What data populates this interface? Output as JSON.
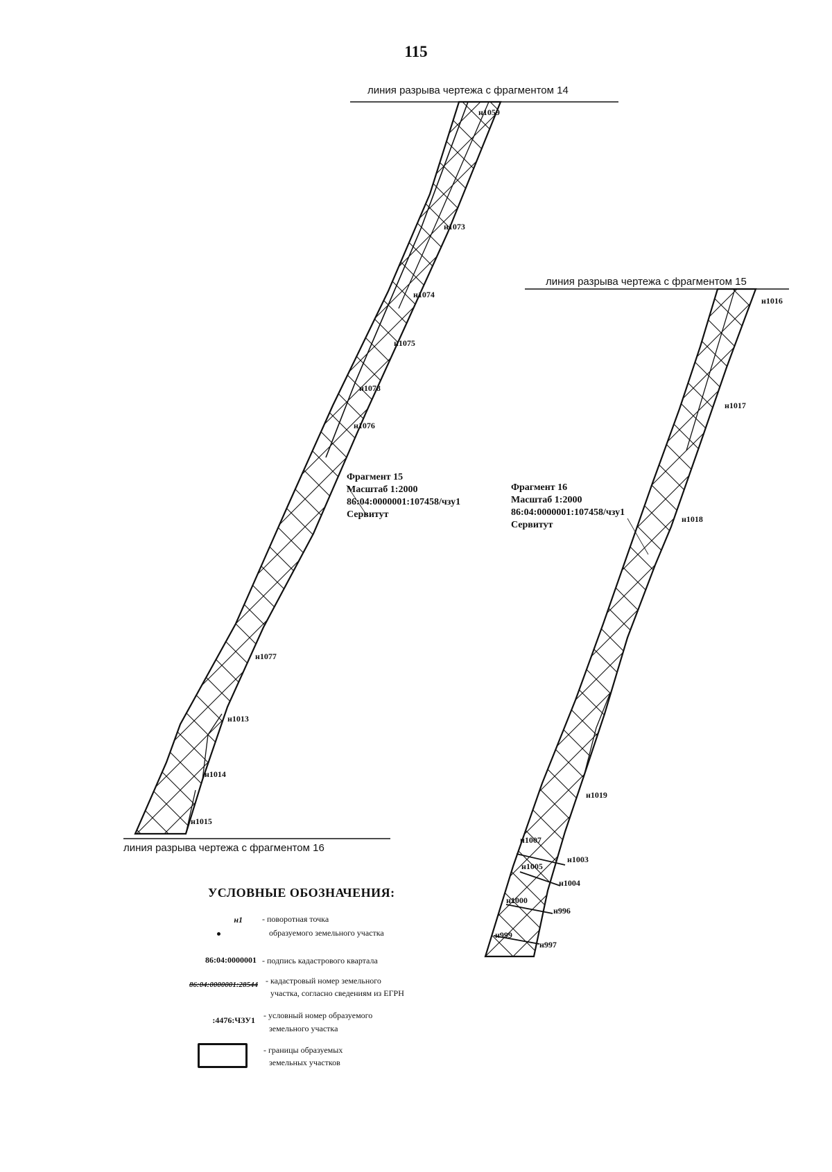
{
  "page_number": "115",
  "break_lines": {
    "top_left": "линия разрыва чертежа с фрагментом 14",
    "top_right": "линия разрыва чертежа с фрагментом 15",
    "bottom_left": "линия разрыва чертежа с фрагментом 16"
  },
  "fragment_left": {
    "title": "Фрагмент 15",
    "scale": "Масштаб 1:2000",
    "cadastral": "86:04:0000001:107458/чзу1",
    "type": "Сервитут"
  },
  "fragment_right": {
    "title": "Фрагмент 16",
    "scale": "Масштаб 1:2000",
    "cadastral": "86:04:0000001:107458/чзу1",
    "type": "Сервитут"
  },
  "points_left": [
    "н1059",
    "н1073",
    "н1074",
    "н1075",
    "н1078",
    "н1076",
    "н1077",
    "н1013",
    "н1014",
    "н1015"
  ],
  "points_right": [
    "н1016",
    "н1017",
    "н1018",
    "н1019",
    "н1007",
    "н1003",
    "н1005",
    "н1004",
    "н1000",
    "н996",
    "н999",
    "н997"
  ],
  "legend": {
    "title": "УСЛОВНЫЕ ОБОЗНАЧЕНИЯ:",
    "items": [
      {
        "symbol": "н1",
        "text_1": "- поворотная точка",
        "text_2": "образуемого земельного участка"
      },
      {
        "symbol": "86:04:0000001",
        "text_1": "- подпись кадастрового квартала",
        "text_2": ""
      },
      {
        "symbol": "86:04:0000001:28544",
        "text_1": "- кадастровый номер земельного",
        "text_2": "участка, согласно сведениям из ЕГРН"
      },
      {
        "symbol": ":4476:ЧЗУ1",
        "text_1": "- условный номер образуемого",
        "text_2": "земельного участка"
      },
      {
        "symbol": "",
        "text_1": "- границы образуемых",
        "text_2": "земельных участков"
      }
    ]
  },
  "colors": {
    "ink": "#111111",
    "paper": "#ffffff"
  }
}
